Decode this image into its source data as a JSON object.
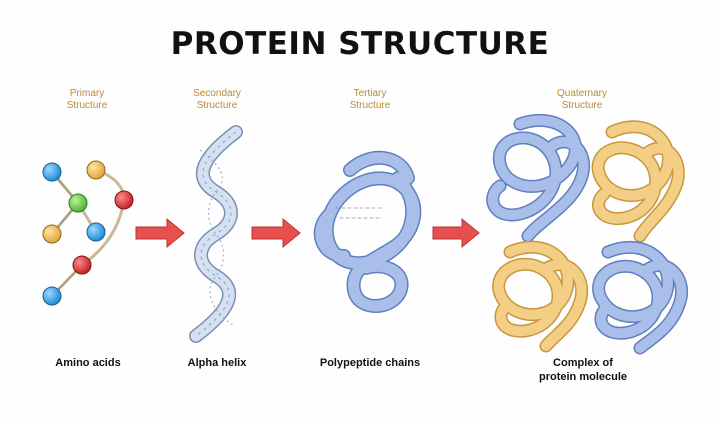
{
  "title": "PROTEIN STRUCTURE",
  "stages": [
    {
      "label_line1": "Primary",
      "label_line2": "Structure",
      "caption_line1": "Amino acids",
      "caption_line2": ""
    },
    {
      "label_line1": "Secondary",
      "label_line2": "Structure",
      "caption_line1": "Alpha helix",
      "caption_line2": ""
    },
    {
      "label_line1": "Tertiary",
      "label_line2": "Structure",
      "caption_line1": "Polypeptide chains",
      "caption_line2": ""
    },
    {
      "label_line1": "Quaternary",
      "label_line2": "Structure",
      "caption_line1": "Complex of",
      "caption_line2": "protein molecule"
    }
  ],
  "colors": {
    "label": "#b98a3a",
    "arrow": "#e8504f",
    "chain_blue": "#9fb6e6",
    "chain_yellow": "#f3cf86",
    "atom_blue": "#2f9fe0",
    "atom_yellow": "#f1b84c",
    "atom_green": "#6ac94a",
    "atom_red": "#d9363a"
  }
}
